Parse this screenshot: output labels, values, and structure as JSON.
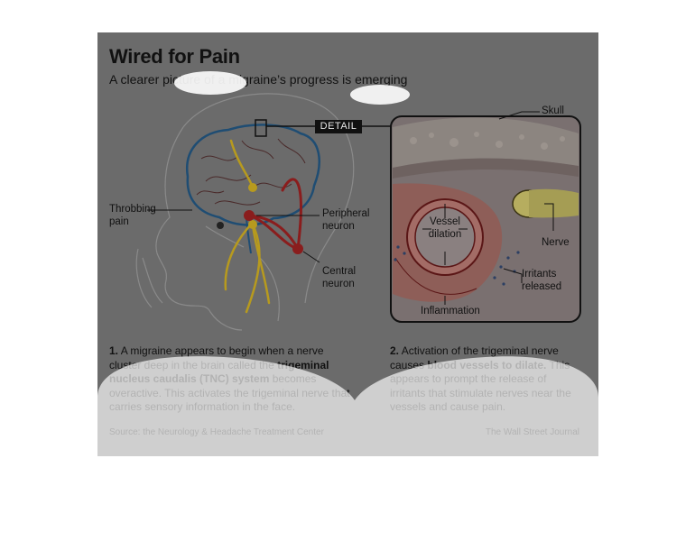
{
  "title": "Wired for Pain",
  "subtitle": "A clearer picture of a migraine’s progress is emerging",
  "detail_label": "DETAIL",
  "labels": {
    "throbbing_pain": [
      "Throbbing",
      "pain"
    ],
    "peripheral_neuron": [
      "Peripheral",
      "neuron"
    ],
    "central_neuron": [
      "Central",
      "neuron"
    ],
    "skull": "Skull",
    "vessel_dilation": [
      "Vessel",
      "dilation"
    ],
    "nerve": "Nerve",
    "irritants_released": [
      "Irritants",
      "released"
    ],
    "inflammation": "Inflammation"
  },
  "caption1": {
    "num": "1.",
    "text_a": " A migraine appears to begin when a nerve cluster deep in the brain called the ",
    "bold": "trigeminal nucleus caudalis (TNC) system",
    "text_b": " becomes overactive. This activates the trigeminal nerve that carries sensory information in the face."
  },
  "caption2": {
    "num": "2.",
    "text_a": " Activation of the trigeminal nerve causes ",
    "bold": "blood vessels to dilate.",
    "text_b": " This appears to prompt the release of irritants that stimulate nerves near the vessels and cause pain."
  },
  "source": "Source: the Neurology & Headache Treatment Center",
  "credit": "The Wall Street Journal",
  "colors": {
    "background": "#6b6b6b",
    "brain_outline": "#1f4d73",
    "artery_red": "#8a1d1d",
    "nerve_yellow": "#b79a1e",
    "vessel_pink": "#d7aaa3"
  }
}
